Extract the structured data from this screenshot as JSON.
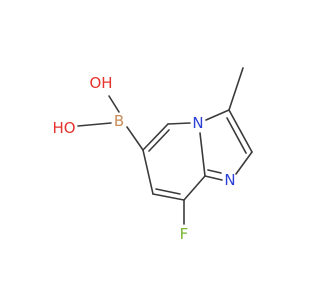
{
  "molecule": {
    "atoms": {
      "oh_top": {
        "text": "OH",
        "color": "#e5322d"
      },
      "oh_left": {
        "text": "HO",
        "color": "#e5322d"
      },
      "boron": {
        "text": "B",
        "color": "#c98a57"
      },
      "n_bridge": {
        "text": "N",
        "color": "#2b3fd6"
      },
      "n_ring": {
        "text": "N",
        "color": "#2b3fd6"
      },
      "fluorine": {
        "text": "F",
        "color": "#77b62f"
      }
    },
    "bond_color": "#3a3a3a"
  }
}
